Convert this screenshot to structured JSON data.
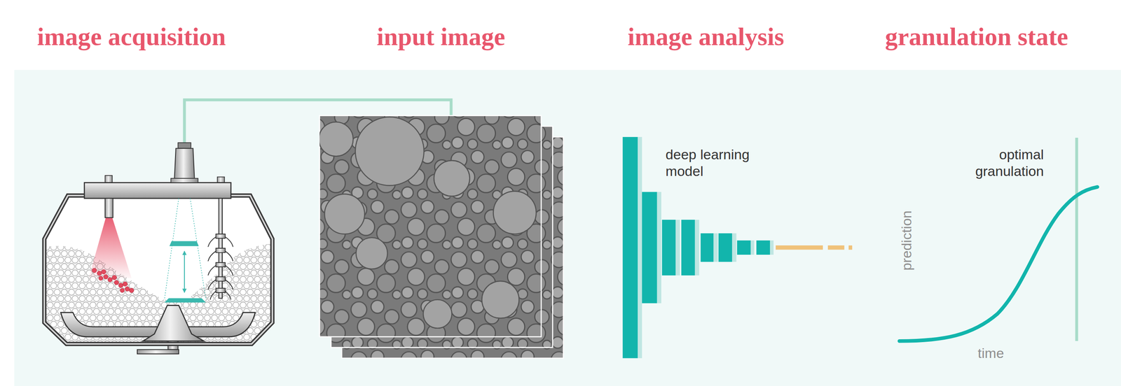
{
  "diagram": {
    "labels": [
      "image acquisition",
      "input image",
      "image analysis",
      "granulation state",
      "deep learning model",
      "optimal granulation",
      "prediction",
      "time"
    ]
  }
}
